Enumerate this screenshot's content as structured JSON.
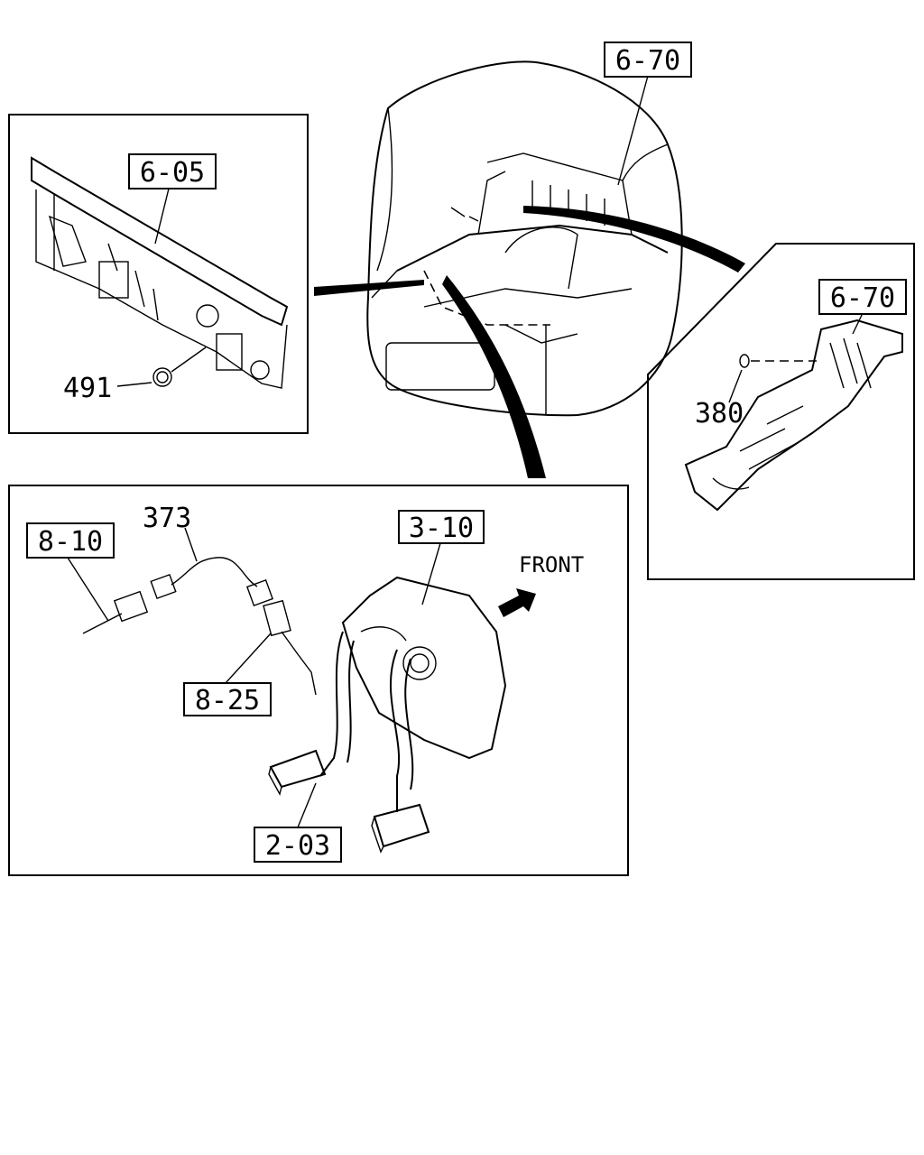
{
  "callouts": {
    "cab_floor": "6-70",
    "dash_panel": "6-05",
    "dash_part": "491",
    "floor_panel": "6-70",
    "floor_part": "380",
    "harness": "8-10",
    "harness_part": "373",
    "pedal_bracket": "3-10",
    "switch": "8-25",
    "pedal": "2-03"
  },
  "direction_label": "FRONT"
}
